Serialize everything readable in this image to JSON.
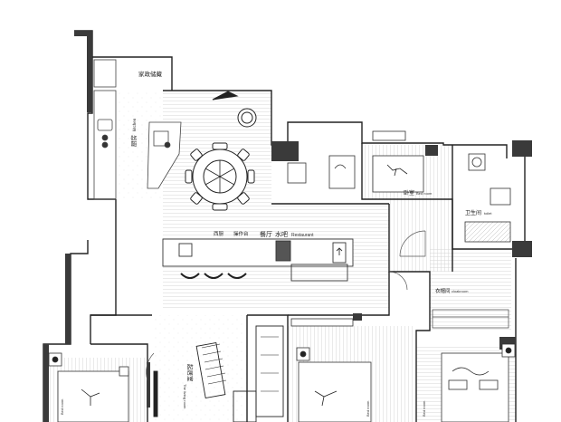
{
  "plan": {
    "labels": {
      "storage": "家政储藏",
      "kitchen_cn": "厨房",
      "kitchen_en": "kitchen",
      "western_kitchen": "西厨",
      "island": "操作台",
      "dining": "餐厅",
      "bar": "水吧",
      "restaurant": "Restaurant",
      "bedroom_cn": "卧室",
      "bedroom_en": "Bed room",
      "bathroom_cn": "卫生间",
      "bathroom_en": "toilet",
      "cloakroom_cn": "衣帽间",
      "cloakroom_en": "cloakroom",
      "living_cn": "起居室",
      "living_en": "The living room",
      "bed_room_left": "Bed room",
      "bed_room_mid": "Bed room",
      "bed_room_right": "Bed room"
    }
  }
}
